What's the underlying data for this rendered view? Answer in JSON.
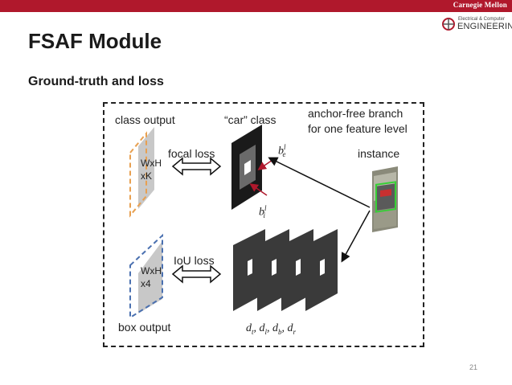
{
  "header": {
    "university": "Carnegie Mellon",
    "dept_top": "Electrical & Computer",
    "dept_bottom": "ENGINEERING"
  },
  "slide": {
    "title": "FSAF Module",
    "subtitle": "Ground-truth and loss",
    "page_number": "21"
  },
  "diagram": {
    "class_output": "class output",
    "car_class": "“car” class",
    "anchor_free_line1": "anchor-free branch",
    "anchor_free_line2": "for one feature level",
    "focal_loss": "focal loss",
    "iou_loss": "IoU loss",
    "instance": "instance",
    "box_output": "box output",
    "class_dims_1": "WxH",
    "class_dims_2": "xK",
    "box_dims_1": "WxH",
    "box_dims_2": "x4",
    "b_e": "b",
    "b_e_sup": "l",
    "b_e_sub": "e",
    "b_i": "b",
    "b_i_sup": "l",
    "b_i_sub": "i",
    "distances": "d",
    "d_t": "t",
    "d_l": "l",
    "d_b": "b",
    "d_r": "r"
  },
  "colors": {
    "brand_red": "#b0182c",
    "class_border": "#e8a050",
    "box_border": "#4a70b0",
    "panel_gray": "#c8c8c8"
  }
}
